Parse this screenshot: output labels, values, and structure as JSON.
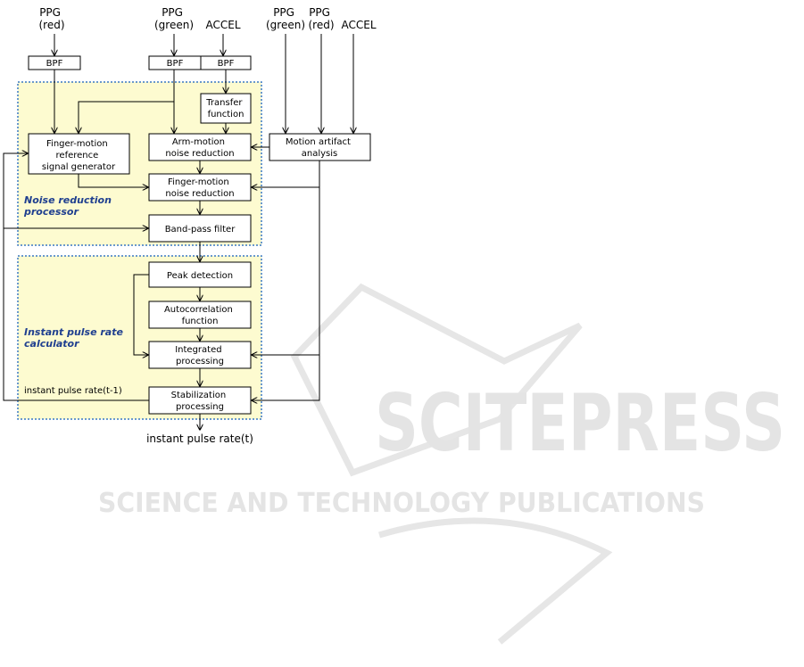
{
  "inputs": {
    "ppg_red_1": [
      "PPG",
      "(red)"
    ],
    "ppg_green_1": [
      "PPG",
      "(green)"
    ],
    "accel_1": "ACCEL",
    "ppg_green_2": [
      "PPG",
      "(green)"
    ],
    "ppg_red_2": [
      "PPG",
      "(red)"
    ],
    "accel_2": "ACCEL"
  },
  "filters": {
    "bpf_1": "BPF",
    "bpf_2": "BPF",
    "bpf_3": "BPF"
  },
  "blocks": {
    "transfer_function": [
      "Transfer",
      "function"
    ],
    "finger_ref_generator": [
      "Finger-motion",
      "reference",
      "signal generator"
    ],
    "arm_motion_nr": [
      "Arm-motion",
      "noise reduction"
    ],
    "motion_artifact_analysis": [
      "Motion artifact",
      "analysis"
    ],
    "finger_motion_nr": [
      "Finger-motion",
      "noise reduction"
    ],
    "band_pass_filter": "Band-pass filter",
    "peak_detection": "Peak detection",
    "autocorrelation": [
      "Autocorrelation",
      "function"
    ],
    "integrated_processing": [
      "Integrated",
      "processing"
    ],
    "stabilization_processing": [
      "Stabilization",
      "processing"
    ]
  },
  "groups": {
    "noise_reduction": [
      "Noise reduction",
      "processor"
    ],
    "pulse_rate_calculator": [
      "Instant pulse rate",
      "calculator"
    ]
  },
  "signals": {
    "feedback": "instant pulse rate(t-1)",
    "output": "instant pulse rate(t)"
  },
  "watermark": {
    "brand": "SCITEPRESS",
    "tagline": "SCIENCE AND TECHNOLOGY PUBLICATIONS"
  }
}
